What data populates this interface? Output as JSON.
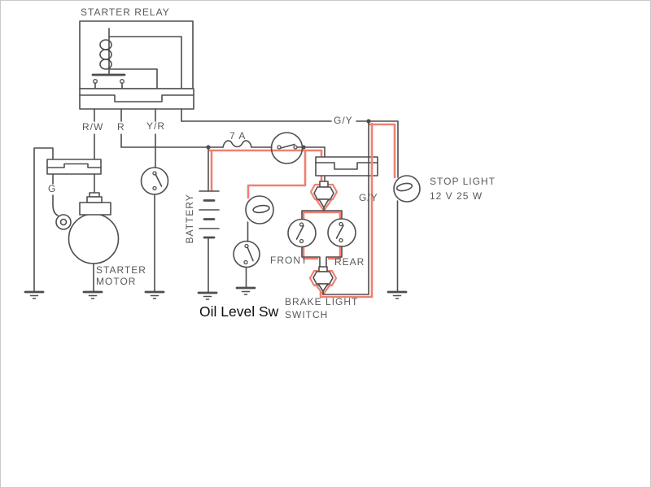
{
  "colors": {
    "wire": "#4e4e4e",
    "highlight": "#ee8173",
    "text": "#595959",
    "annotation": "#0d0d0d",
    "page_border": "#c9c9c9",
    "background": "#ffffff"
  },
  "labels": {
    "starter_relay": "STARTER RELAY",
    "terminal_rw": "R/W",
    "terminal_r": "R",
    "terminal_yr": "Y/R",
    "wire_gy_top": "G/Y",
    "wire_gy_mid": "G/Y",
    "fuse": "7 A",
    "battery": "BATTERY",
    "wire_g": "G",
    "starter_motor_line1": "STARTER",
    "starter_motor_line2": "MOTOR",
    "oil_level_switch": "Oil Level Sw",
    "front": "FRONT",
    "rear": "REAR",
    "brake_light_line1": "BRAKE LIGHT",
    "brake_light_line2": "SWITCH",
    "stop_light": "STOP LIGHT",
    "stop_light_rating": "12 V 25 W"
  }
}
